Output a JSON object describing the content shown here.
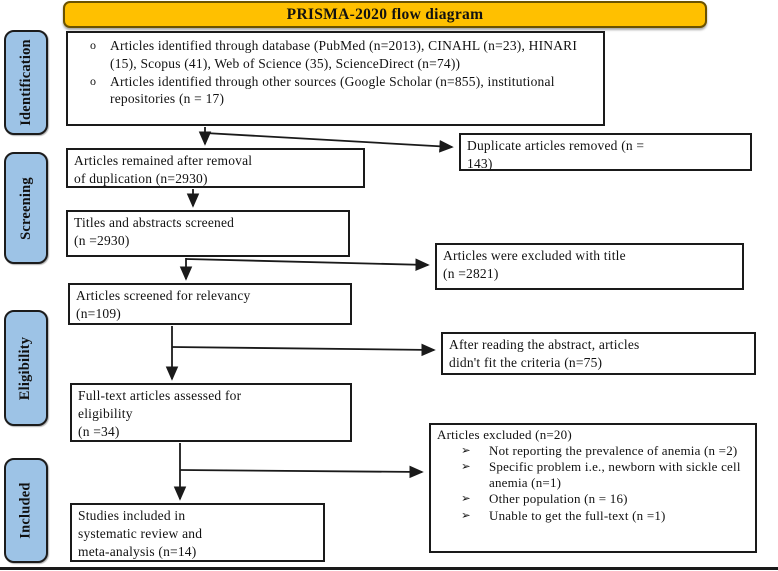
{
  "title": "PRISMA-2020 flow diagram",
  "colors": {
    "title_bg": "#FFC000",
    "stage_bg": "#9DC3E6",
    "line": "#1a1a1a"
  },
  "stages": [
    {
      "label": "Identification"
    },
    {
      "label": "Screening"
    },
    {
      "label": "Eligibility"
    },
    {
      "label": "Included"
    }
  ],
  "boxes": {
    "identification": {
      "bullet": "o",
      "items": [
        "Articles identified through database (PubMed (n=2013), CINAHL (n=23), HINARI (15), Scopus (41), Web of Science (35), ScienceDirect (n=74))",
        "Articles identified through other sources (Google Scholar (n=855), institutional repositories (n = 17)"
      ]
    },
    "remained": {
      "text": "Articles remained after removal\nof duplication (n=2930)"
    },
    "titles_screened": {
      "text": "Titles and abstracts screened\n(n =2930)"
    },
    "relevancy": {
      "text": "Articles screened for relevancy\n(n=109)"
    },
    "fulltext": {
      "text": "Full-text articles assessed for\neligibility\n(n =34)"
    },
    "included_studies": {
      "text": "Studies included in\nsystematic review and\nmeta-analysis (n=14)"
    },
    "duplicates_removed": {
      "text": "Duplicate articles removed (n =\n143)"
    },
    "excluded_with_title": {
      "text": "Articles were excluded with title\n(n =2821)"
    },
    "excluded_after_abstract": {
      "text": "After reading the abstract, articles\ndidn't fit the criteria (n=75)"
    },
    "excluded_fulltext": {
      "header": "Articles excluded (n=20)",
      "bullet": "➢",
      "items": [
        "Not reporting the prevalence of anemia (n =2)",
        "Specific problem i.e., newborn with sickle cell anemia (n=1)",
        "Other population (n = 16)",
        "Unable to get the full-text (n =1)"
      ]
    }
  }
}
